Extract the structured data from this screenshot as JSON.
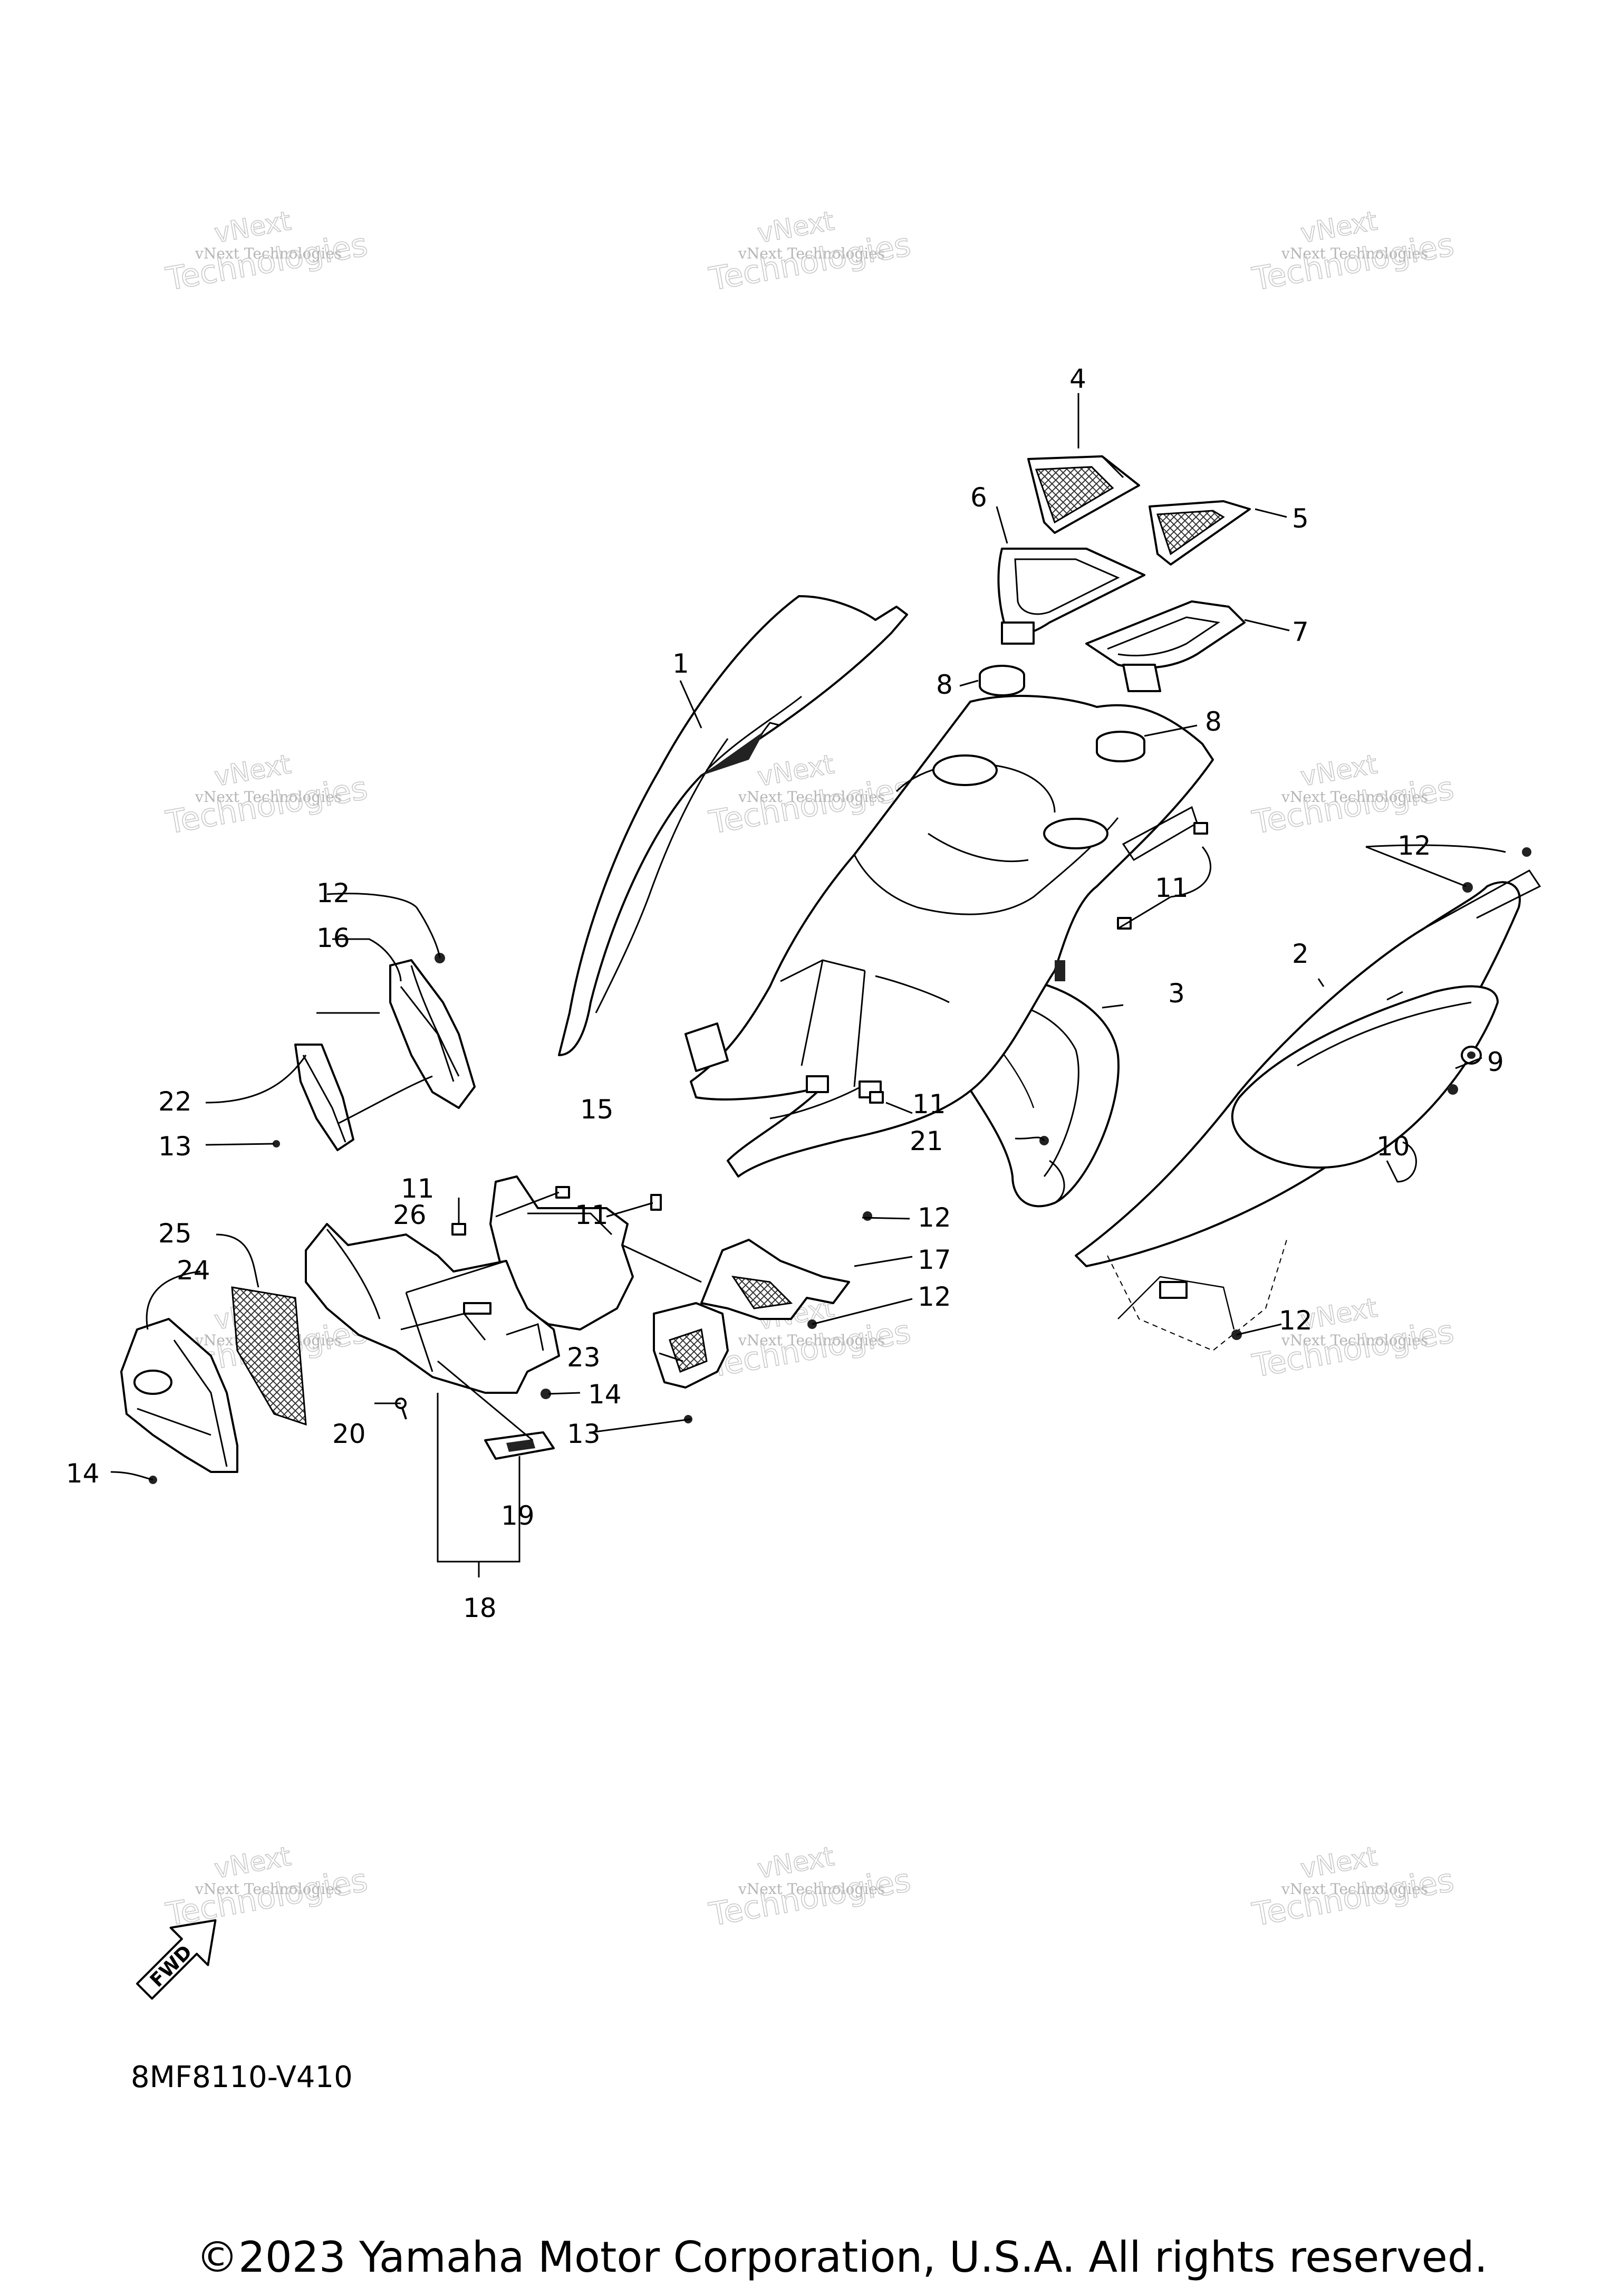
{
  "diagram": {
    "code": "8MF8110-V410",
    "copyright": "©2023 Yamaha Motor Corporation, U.S.A. All rights reserved.",
    "fwd_label": "FWD",
    "watermark": {
      "line1": "vNext Technologies",
      "big1": "vNext",
      "big2": "Technologies"
    },
    "callouts": [
      "1",
      "2",
      "3",
      "4",
      "5",
      "6",
      "7",
      "8",
      "8",
      "9",
      "10",
      "11",
      "11",
      "11",
      "11",
      "12",
      "12",
      "12",
      "12",
      "12",
      "13",
      "13",
      "14",
      "14",
      "15",
      "16",
      "17",
      "18",
      "19",
      "20",
      "21",
      "22",
      "23",
      "24",
      "25",
      "26"
    ]
  }
}
